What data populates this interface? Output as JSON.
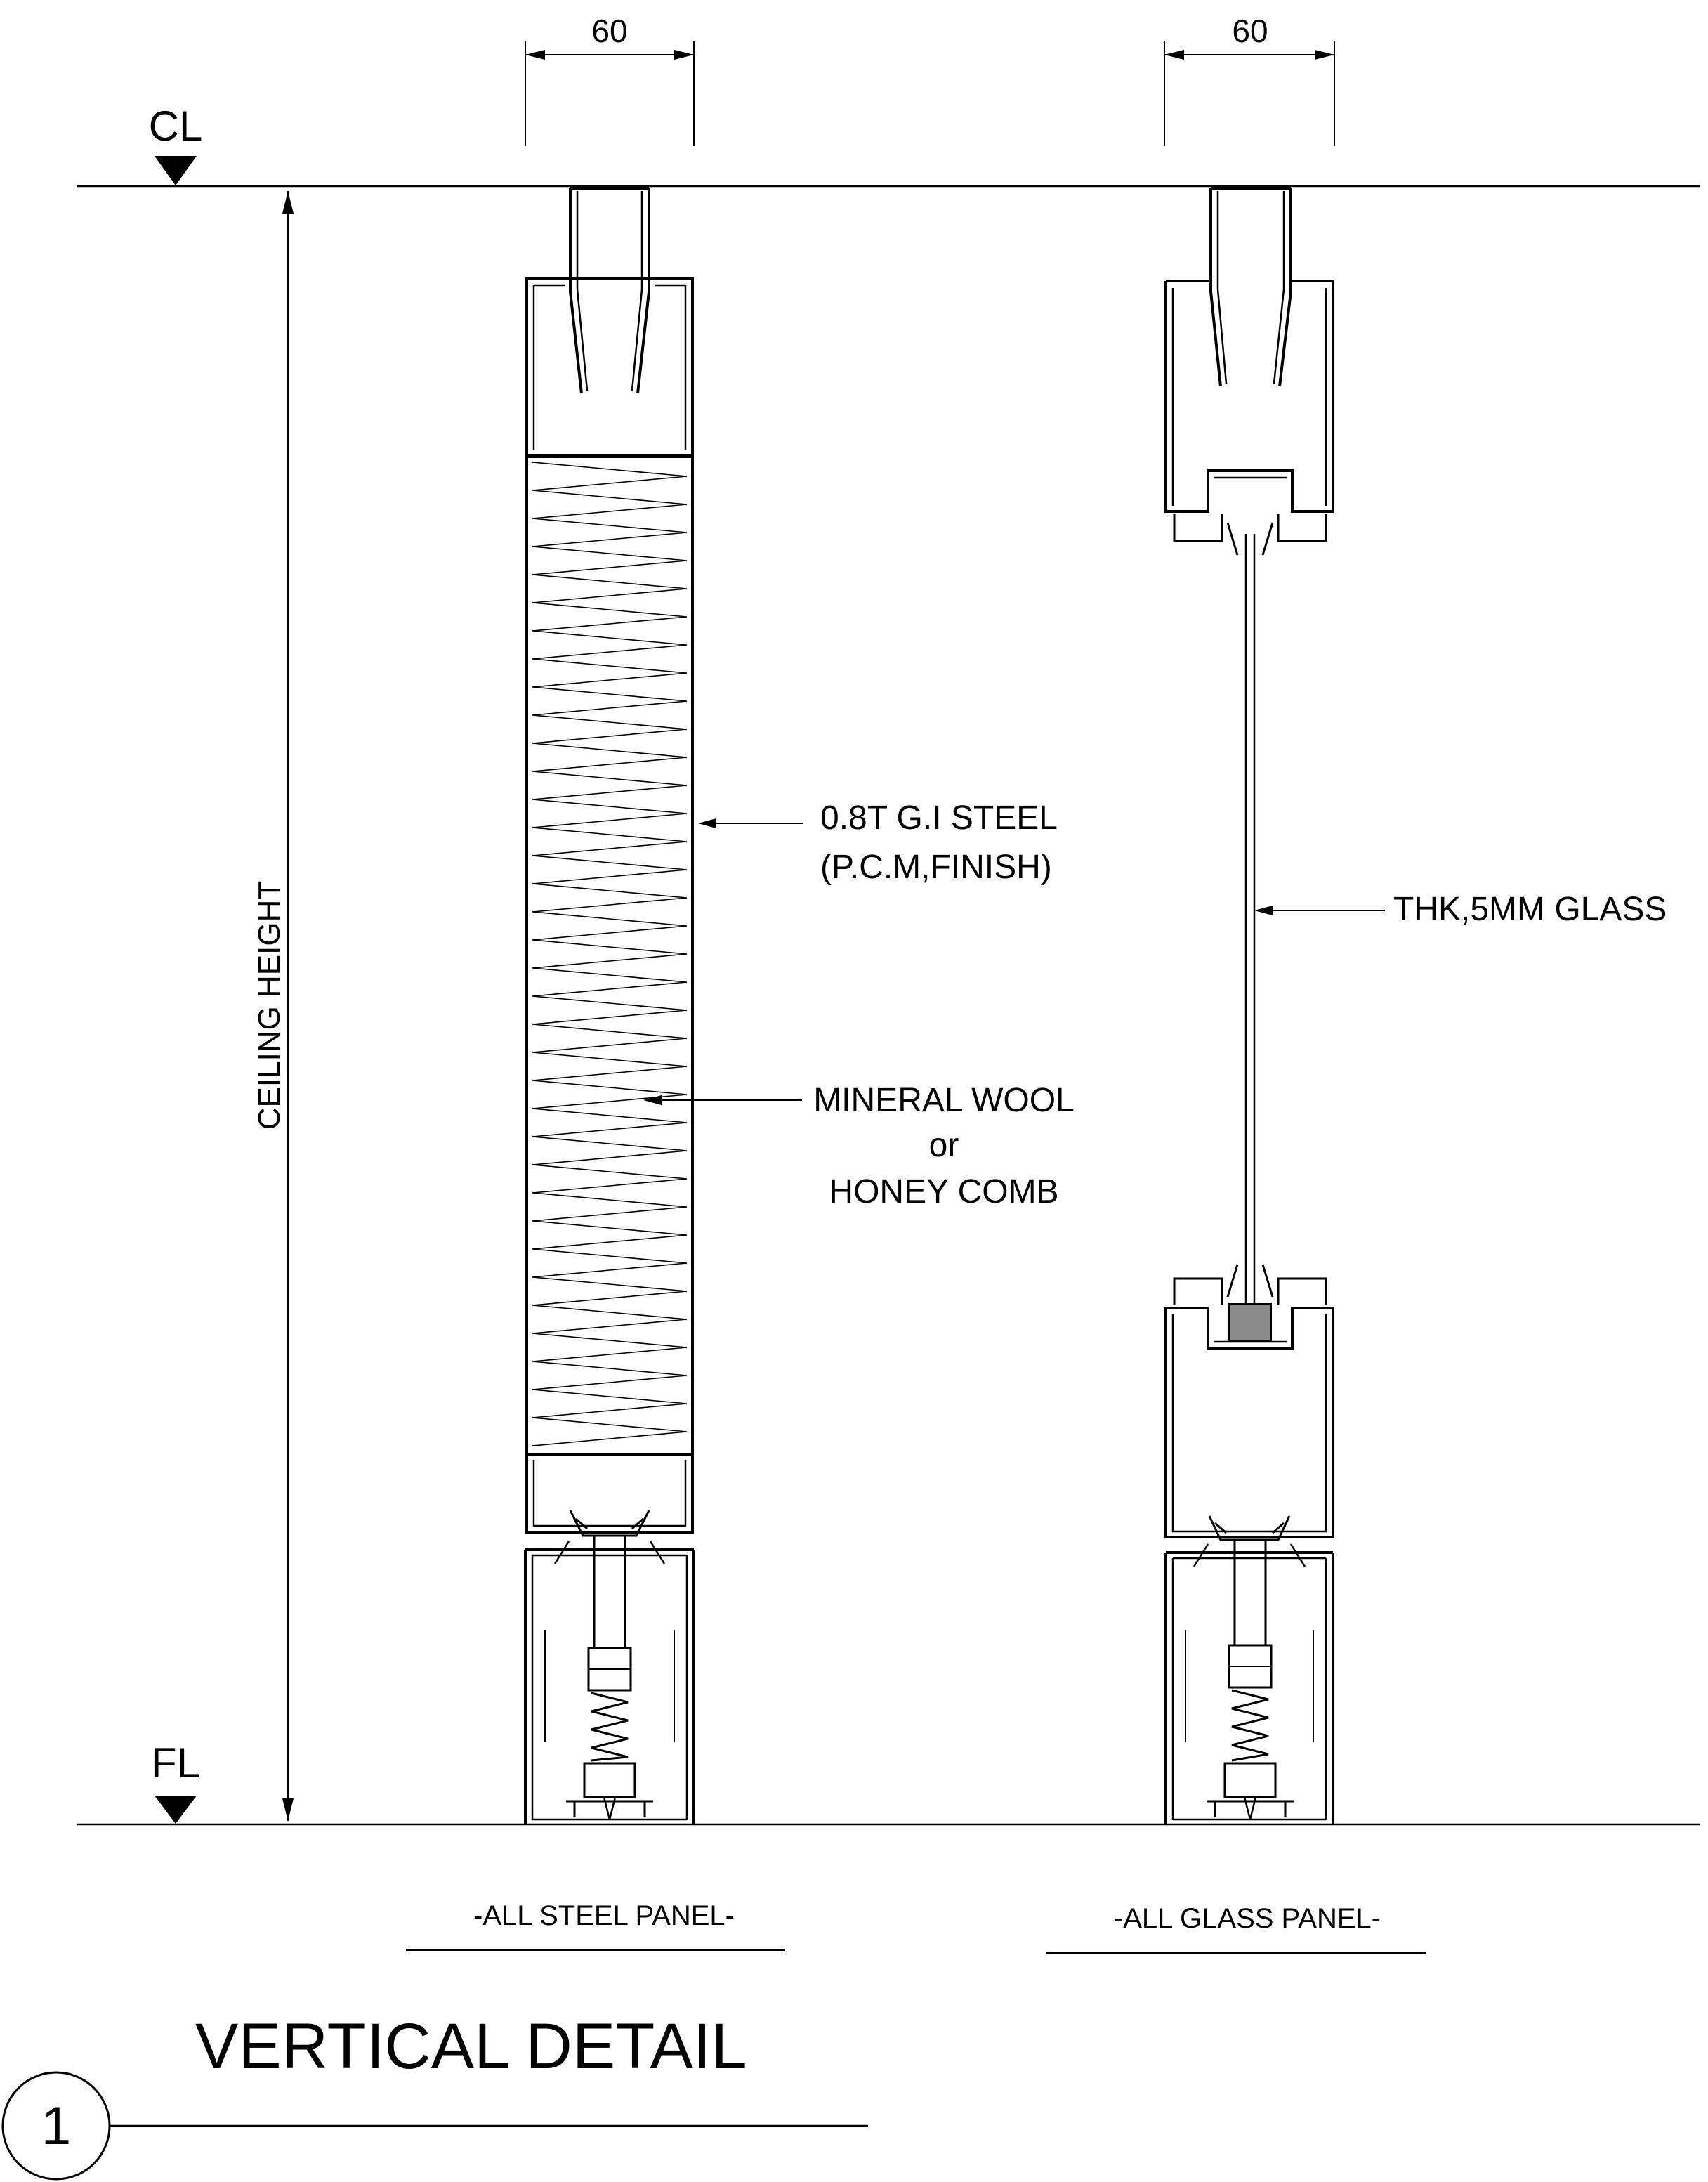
{
  "dimensions": {
    "steel_width": "60",
    "glass_width": "60",
    "height": "CEILING HEIGHT"
  },
  "levels": {
    "ceiling": "CL",
    "floor": "FL"
  },
  "callouts": {
    "steel_line1": "0.8T G.I STEEL",
    "steel_line2": "(P.C.M,FINISH)",
    "wool_line1": "MINERAL WOOL",
    "wool_line2": "or",
    "wool_line3": "HONEY COMB",
    "glass": "THK,5MM GLASS"
  },
  "panels": {
    "steel_label": "-ALL STEEL PANEL-",
    "glass_label": "-ALL GLASS PANEL-"
  },
  "title": {
    "number": "1",
    "text": "VERTICAL DETAIL"
  }
}
